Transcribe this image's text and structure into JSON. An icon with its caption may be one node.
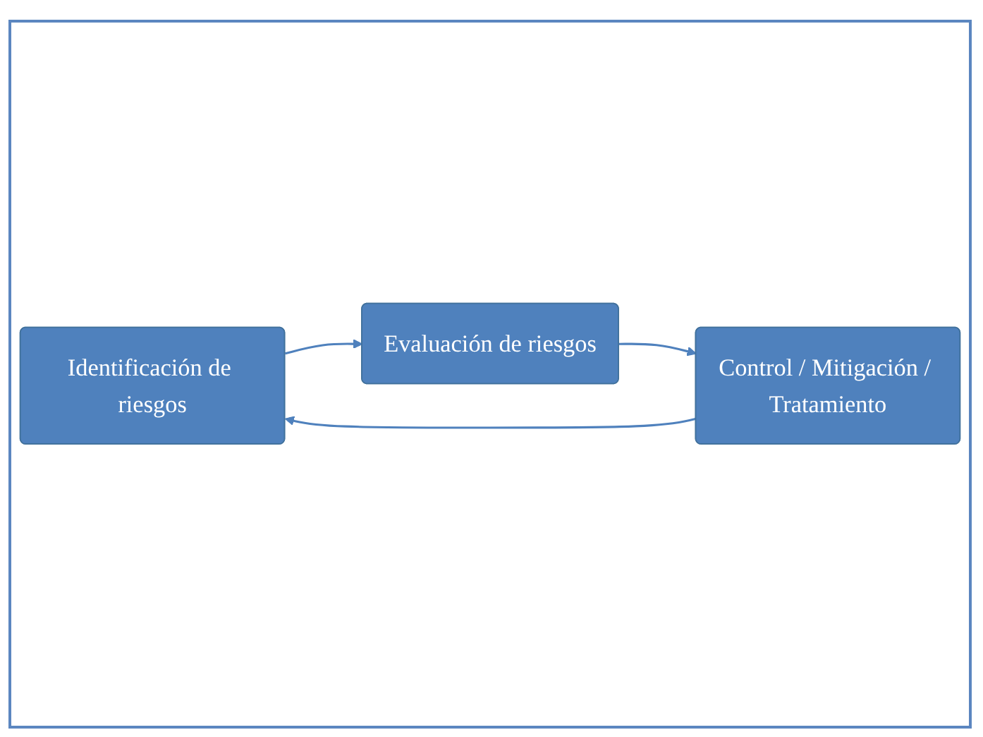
{
  "diagram": {
    "nodes": [
      {
        "text": [
          "Identificación de riesgos"
        ]
      },
      {
        "text": [
          "Evaluación de riesgos"
        ]
      },
      {
        "text": [
          "Control / Mitigación / Tratamiento"
        ]
      }
    ],
    "edges": [
      {
        "from": 0,
        "to": 1,
        "arrow": "to"
      },
      {
        "from": 1,
        "to": 2,
        "arrow": "to"
      },
      {
        "from": 2,
        "to": 0,
        "arrow": "to"
      }
    ]
  }
}
